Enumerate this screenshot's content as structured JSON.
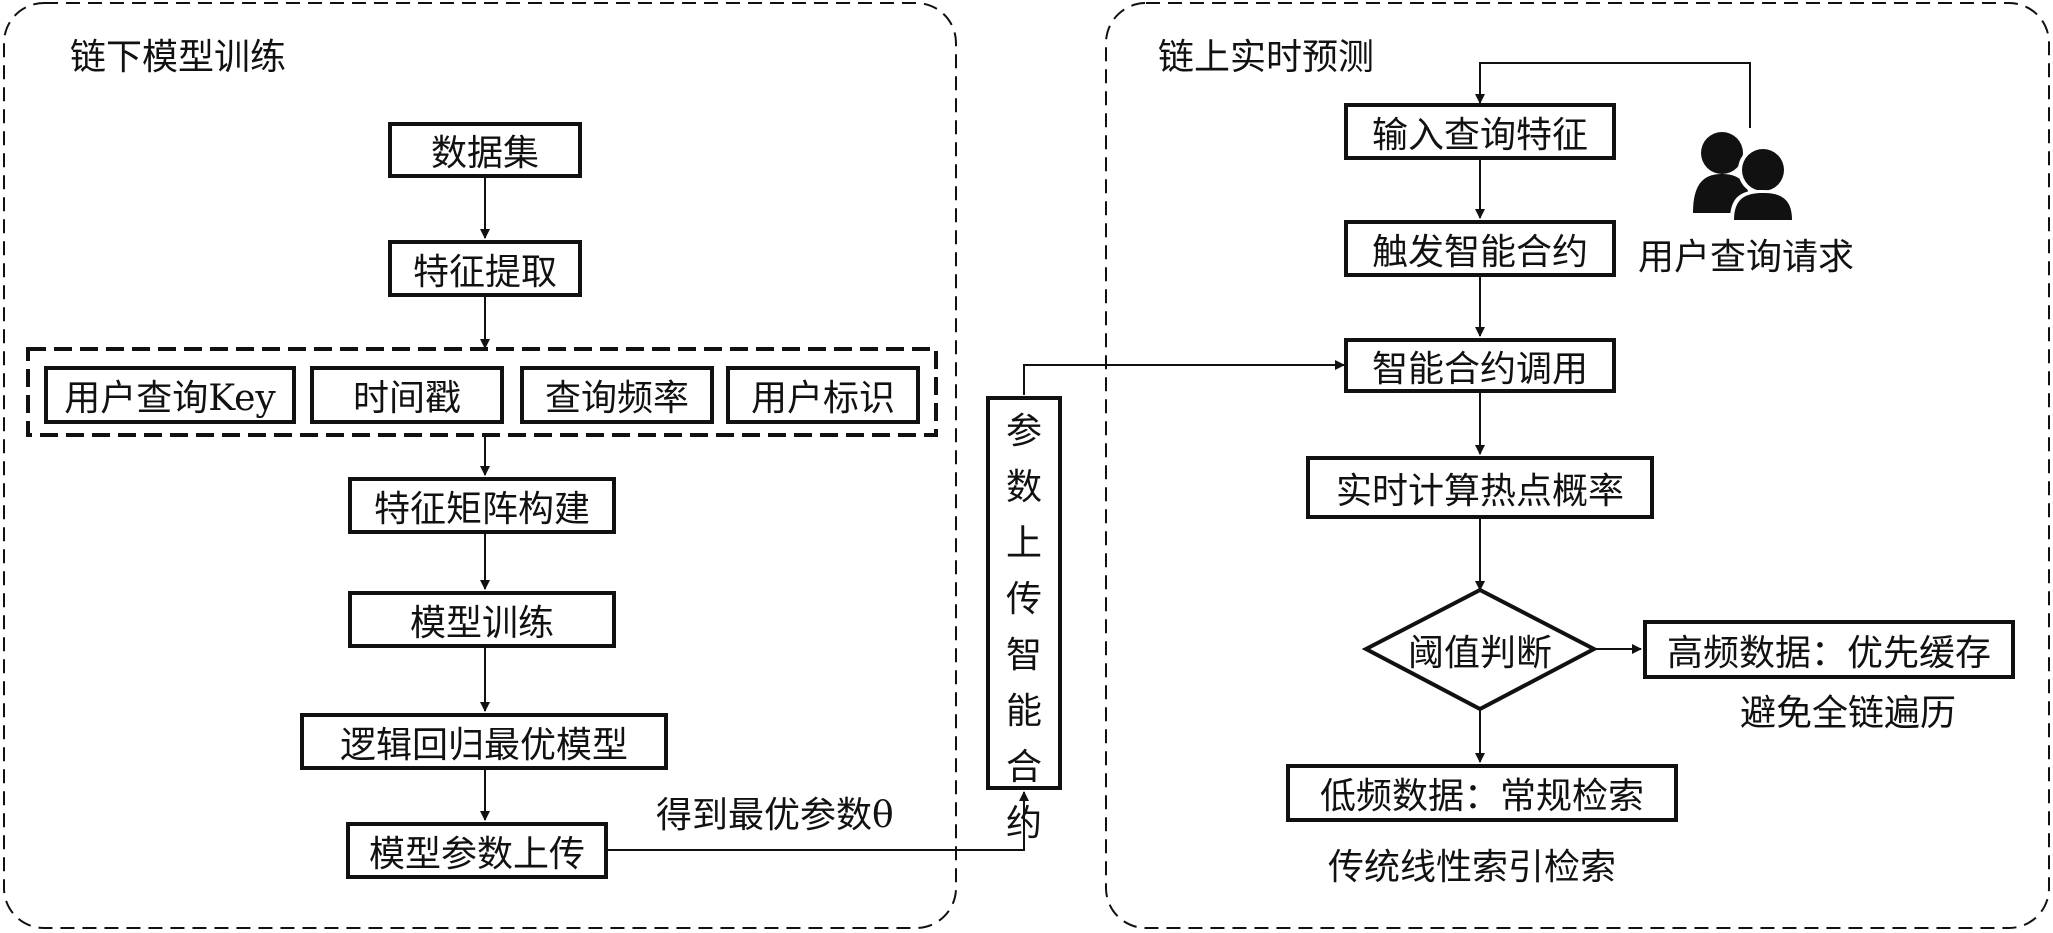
{
  "offchain": {
    "title": "链下模型训练",
    "dataset": "数据集",
    "feature_extraction": "特征提取",
    "features": [
      "用户查询Key",
      "时间戳",
      "查询频率",
      "用户标识"
    ],
    "matrix_build": "特征矩阵构建",
    "model_training": "模型训练",
    "best_model": "逻辑回归最优模型",
    "param_upload": "模型参数上传",
    "optimal_params": "得到最优参数θ"
  },
  "contract_upload": {
    "chars": [
      "参",
      "数",
      "上",
      "传",
      "智",
      "能",
      "合",
      "约"
    ]
  },
  "onchain": {
    "title": "链上实时预测",
    "input_features": "输入查询特征",
    "trigger_contract": "触发智能合约",
    "contract_call": "智能合约调用",
    "realtime_calc": "实时计算热点概率",
    "threshold": "阈值判断",
    "high_freq": "高频数据：优先缓存",
    "avoid_traversal": "避免全链遍历",
    "low_freq": "低频数据：常规检索",
    "traditional_search": "传统线性索引检索",
    "user_request": "用户查询请求"
  }
}
